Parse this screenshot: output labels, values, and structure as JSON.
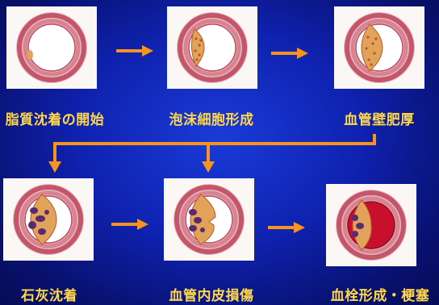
{
  "steps": [
    {
      "id": "lipid",
      "label": "脂質沈着の開始"
    },
    {
      "id": "foam",
      "label": "泡沫細胞形成"
    },
    {
      "id": "thicken",
      "label": "血管壁肥厚"
    },
    {
      "id": "calcify",
      "label": "石灰沈着"
    },
    {
      "id": "endothel",
      "label": "血管内皮損傷"
    },
    {
      "id": "thrombus",
      "label": "血栓形成・梗塞"
    }
  ],
  "colors": {
    "arrow": "#f7941d",
    "label": "#ffd84a",
    "wall": "#c4566c",
    "plaque": "#e2a25a",
    "calcium": "#5a2a6e",
    "thrombus": "#c8102e"
  }
}
